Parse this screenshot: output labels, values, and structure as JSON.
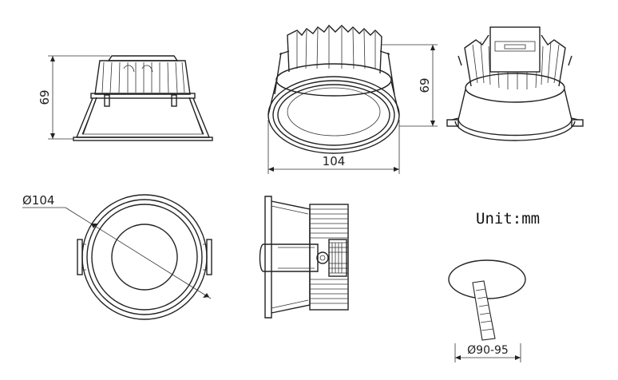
{
  "dimensions": {
    "front_height": "69",
    "perspective_height": "69",
    "perspective_width": "104",
    "top_diameter": "Ø104",
    "cutout": "Ø90-95"
  },
  "unit_label": "Unit:mm"
}
